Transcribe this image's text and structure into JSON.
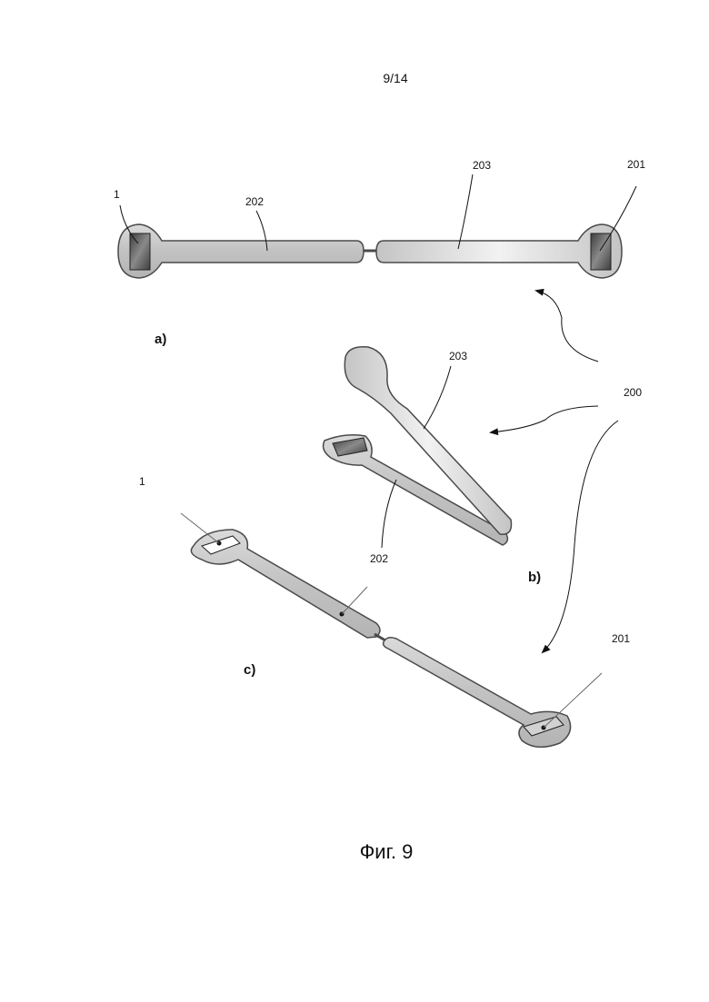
{
  "page_number": "9/14",
  "caption": "Фиг. 9",
  "views": {
    "a": {
      "label": "a)",
      "refs": {
        "chip": "1",
        "part_left": "202",
        "part_right": "203",
        "end": "201"
      }
    },
    "b": {
      "label": "b)",
      "refs": {
        "part_upper": "203",
        "part_lower": "202"
      }
    },
    "c": {
      "label": "c)",
      "refs": {
        "chip": "1",
        "end": "201"
      }
    }
  },
  "group_ref": "200",
  "colors": {
    "strip_fill": "#c6c6c6",
    "strip_stroke": "#4a4a4a",
    "chip": "#5e5e5e",
    "ink": "#111111"
  }
}
